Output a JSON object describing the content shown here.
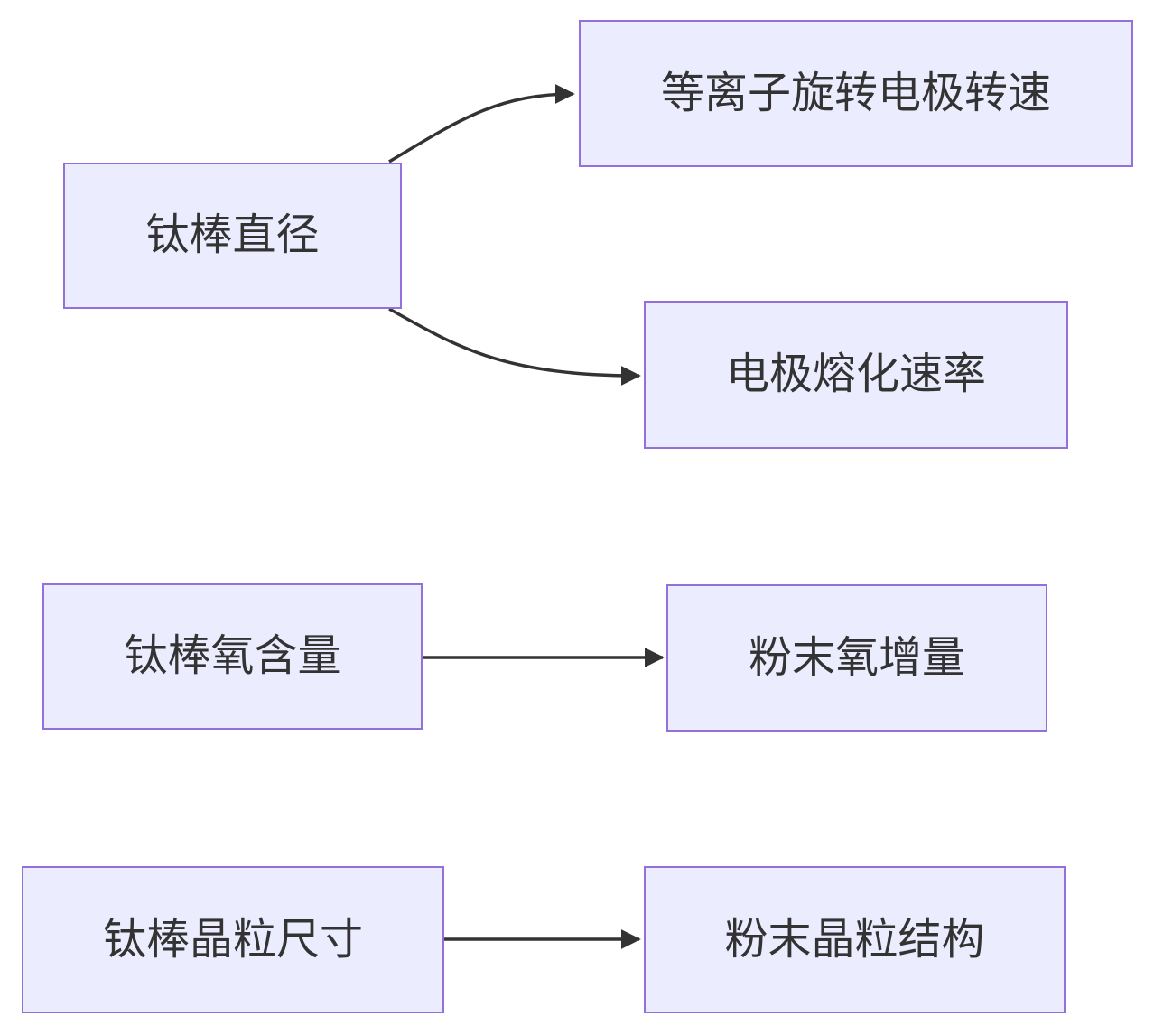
{
  "diagram": {
    "type": "flowchart",
    "direction": "left-to-right",
    "colors": {
      "background": "#ffffff",
      "node-fill": "#ECECFF",
      "node-border": "#9370DB",
      "edge-color": "#333333",
      "text-color": "#333333"
    },
    "nodes": [
      {
        "id": "rod-diameter",
        "label": "钛棒直径"
      },
      {
        "id": "electrode-speed",
        "label": "等离子旋转电极转速"
      },
      {
        "id": "melt-rate",
        "label": "电极熔化速率"
      },
      {
        "id": "rod-oxygen",
        "label": "钛棒氧含量"
      },
      {
        "id": "powder-oxygen",
        "label": "粉末氧增量"
      },
      {
        "id": "rod-grain-size",
        "label": "钛棒晶粒尺寸"
      },
      {
        "id": "powder-grain",
        "label": "粉末晶粒结构"
      }
    ],
    "edges": [
      {
        "from": "钛棒直径",
        "to": "等离子旋转电极转速",
        "style": "curved",
        "arrow": "triangle"
      },
      {
        "from": "钛棒直径",
        "to": "电极熔化速率",
        "style": "curved",
        "arrow": "triangle"
      },
      {
        "from": "钛棒氧含量",
        "to": "粉末氧增量",
        "style": "straight",
        "arrow": "triangle"
      },
      {
        "from": "钛棒晶粒尺寸",
        "to": "粉末晶粒结构",
        "style": "straight",
        "arrow": "triangle"
      }
    ]
  }
}
